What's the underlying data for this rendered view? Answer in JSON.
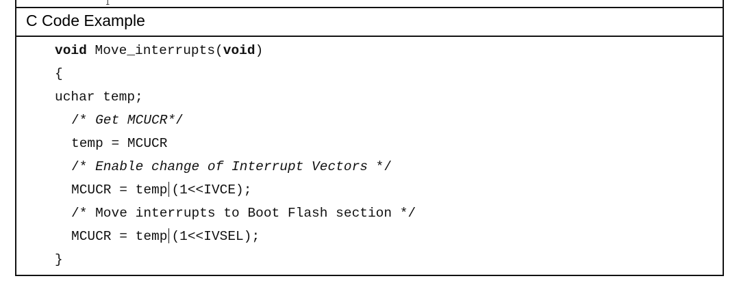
{
  "header": {
    "title": "C Code Example"
  },
  "code": {
    "line1": {
      "kw1": "void",
      "name": " Move_interrupts(",
      "kw2": "void",
      "close": ")"
    },
    "line2": "{",
    "line3": "uchar temp;",
    "line4": {
      "open": "/* ",
      "text": "Get MCUCR*",
      "close": "/"
    },
    "line5": "temp = MCUCR",
    "line6": {
      "open": "/* ",
      "text": "Enable change of Interrupt Vectors",
      "close": " */"
    },
    "line7": {
      "left": "MCUCR = temp",
      "right": "(1<<IVCE);"
    },
    "line8": "/* Move interrupts to Boot Flash section */",
    "line9": {
      "left": "MCUCR = temp",
      "right": "(1<<IVSEL);"
    },
    "line10": "}"
  }
}
